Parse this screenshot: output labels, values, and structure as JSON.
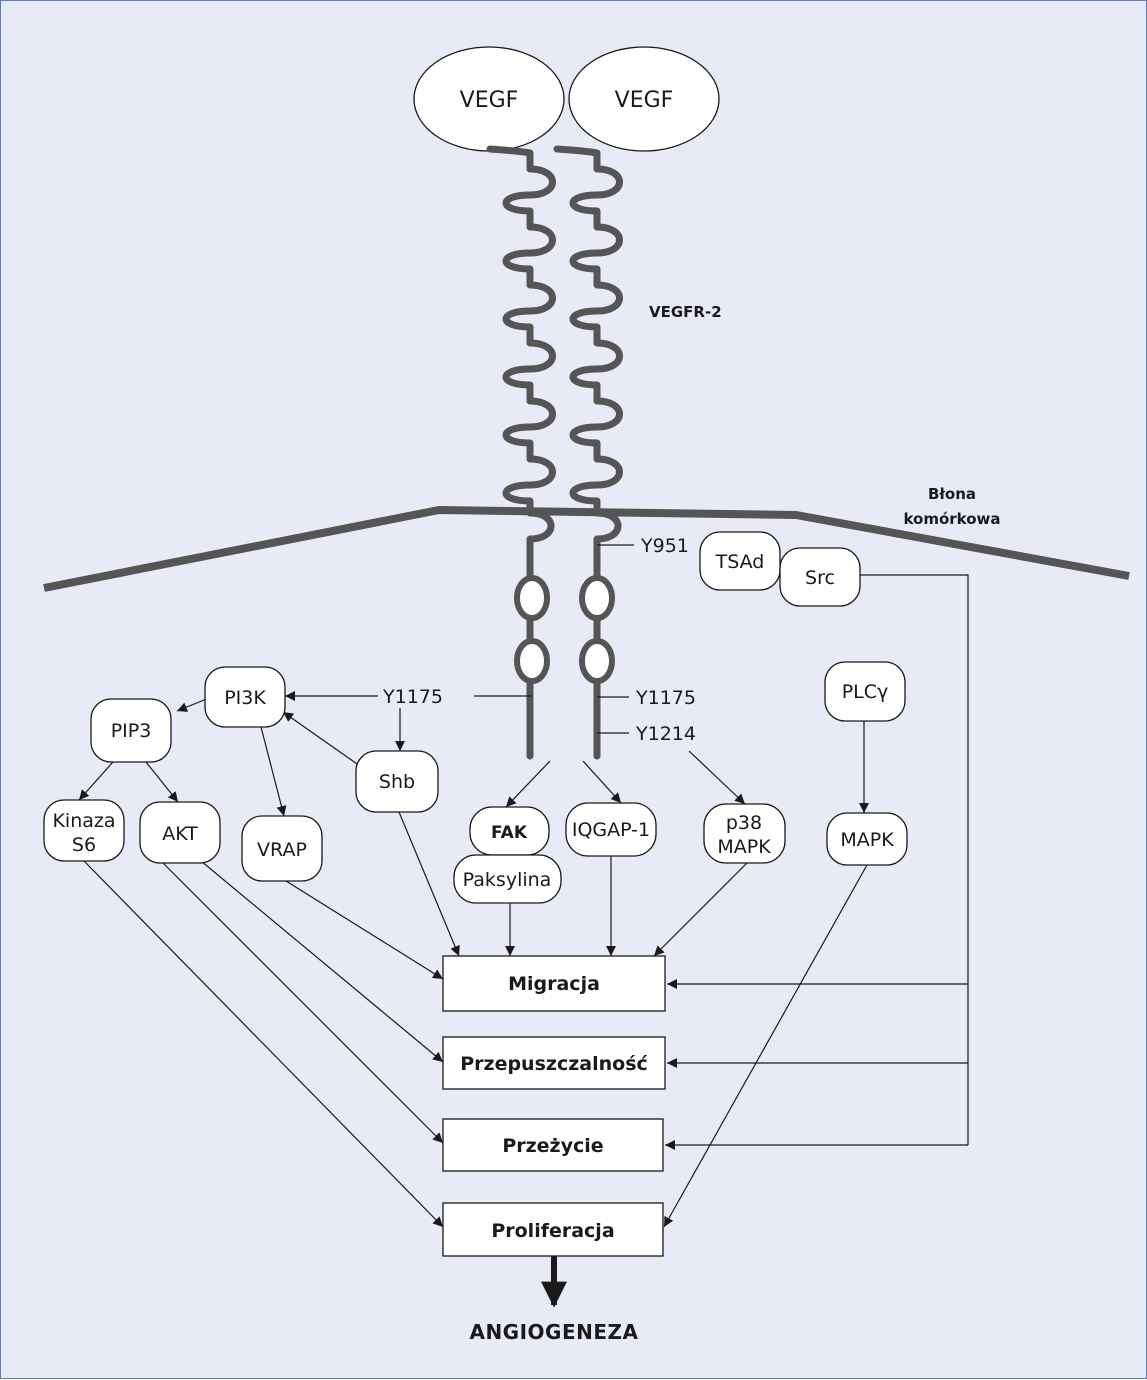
{
  "ligands": [
    "VEGF",
    "VEGF"
  ],
  "receptor_label": "VEGFR-2",
  "membrane_label": [
    "Błona",
    "komórkowa"
  ],
  "sites": {
    "y951": "Y951",
    "y1175_left": "Y1175",
    "y1175_right": "Y1175",
    "y1214": "Y1214"
  },
  "nodes": {
    "tsad": "TSAd",
    "src": "Src",
    "pi3k": "PI3K",
    "pip3": "PIP3",
    "shb": "Shb",
    "kinaza_s6": [
      "Kinaza",
      "S6"
    ],
    "akt": "AKT",
    "vrap": "VRAP",
    "fak": "FAK",
    "paksylina": "Paksylina",
    "iqgap1": "IQGAP-1",
    "p38mapk": [
      "p38",
      "MAPK"
    ],
    "plcg": "PLCγ",
    "mapk": "MAPK"
  },
  "outcomes": {
    "migracja": "Migracja",
    "przepuszczalnosc": "Przepuszczalność",
    "przezycie": "Przeżycie",
    "proliferacja": "Proliferacja"
  },
  "final": "ANGIOGENEZA",
  "colors": {
    "background": "#e8eaf6",
    "frame": "#5b7fc4",
    "receptor": "#555555"
  }
}
